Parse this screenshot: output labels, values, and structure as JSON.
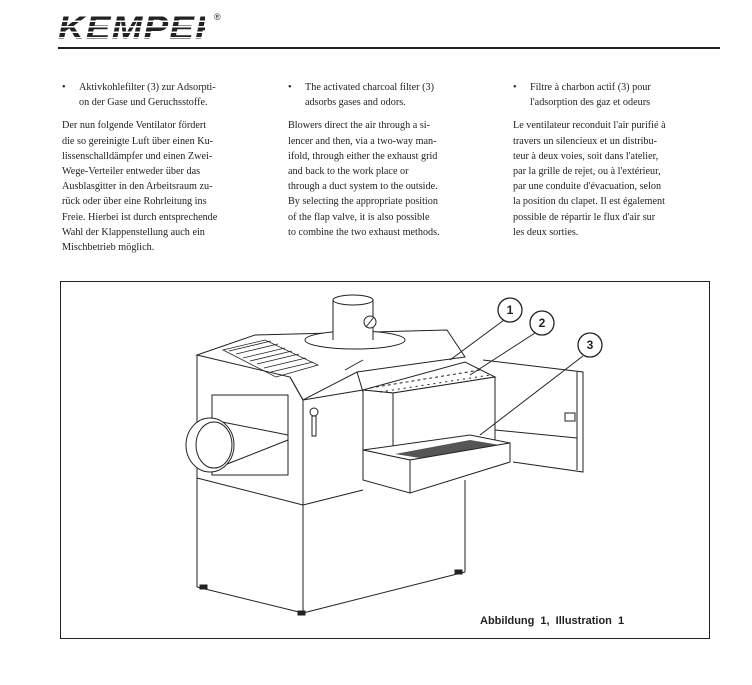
{
  "header": {
    "brand": "KEMPER",
    "registered_mark": "®"
  },
  "columns": [
    {
      "bullet": [
        "Aktivkohlefilter (3) zur Adsorpti-",
        "on der Gase und Geruchsstoffe."
      ],
      "paragraph": [
        "Der nun folgende Ventilator fördert",
        "die so gereinigte Luft über einen Ku-",
        "lissenschalldämpfer und einen Zwei-",
        "Wege-Verteiler entweder über das",
        "Ausblasgitter in den Arbeitsraum zu-",
        "rück oder über eine Rohrleitung ins",
        "Freie. Hierbei ist durch entsprechende",
        "Wahl der Klappenstellung auch ein",
        "Mischbetrieb möglich."
      ]
    },
    {
      "bullet": [
        "The activated charcoal filter (3)",
        "adsorbs gases and odors."
      ],
      "paragraph": [
        "Blowers direct the air through a si-",
        "lencer and then, via a two-way man-",
        "ifold, through either the exhaust grid",
        "and back to the work place or",
        "through a duct system to the outside.",
        "By selecting the appropriate position",
        "of the flap valve, it is also possible",
        "to combine the two exhaust methods."
      ]
    },
    {
      "bullet": [
        "Filtre à charbon actif (3) pour",
        "l'adsorption des gaz et odeurs"
      ],
      "paragraph": [
        "Le ventilateur reconduit l'air purifié à",
        "travers un silencieux et un distribu-",
        "teur à deux voies, soit dans l'atelier,",
        "par la grille de rejet, ou à l'extérieur,",
        "par une conduite d'évacuation, selon",
        "la position du clapet. Il est également",
        "possible de répartir le flux d'air sur",
        "les deux sorties."
      ]
    }
  ],
  "figure": {
    "callouts": [
      "1",
      "2",
      "3"
    ],
    "caption": "Abbildung 1,  Illustration 1"
  },
  "bullet_symbol": "•"
}
